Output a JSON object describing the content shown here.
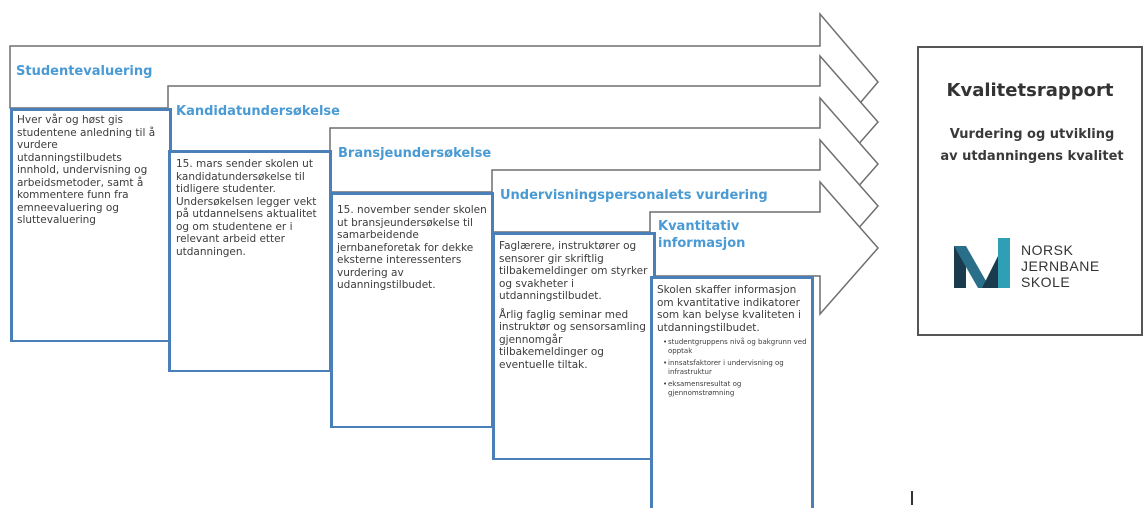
{
  "stages": [
    {
      "title": "Studentevaluering",
      "text": "Hver vår og høst gis studentene anledning til å vurdere utdanningstilbudets innhold, undervisning og arbeidsmetoder, samt å kommentere funn fra emneevaluering og sluttevaluering"
    },
    {
      "title": "Kandidatundersøkelse",
      "text": "15. mars sender skolen ut kandidatundersøkelse til tidligere studenter. Undersøkelsen legger vekt på utdannelsens aktualitet og om studentene er i relevant arbeid etter utdanningen."
    },
    {
      "title": "Bransjeundersøkelse",
      "text": "15. november sender skolen ut bransjeundersøkelse til samarbeidende jernbaneforetak for dekke eksterne interessenters vurdering av udanningstilbudet."
    },
    {
      "title": "Undervisningspersonalets vurdering",
      "text": "Faglærere, instruktører og sensorer gir skriftlig tilbakemeldinger om styrker og svakheter i utdanningstilbudet.",
      "text2": "Årlig faglig seminar med instruktør og sensorsamling gjennomgår tilbakemeldinger og eventuelle tiltak."
    },
    {
      "title_line1": "Kvantitativ",
      "title_line2": "informasjon",
      "text": "Skolen skaffer informasjon om kvantitative indikatorer som kan belyse kvaliteten i utdanningstilbudet.",
      "bullets": [
        "studentgruppens nivå og bakgrunn ved opptak",
        "innsatsfaktorer i undervisning og infrastruktur",
        "eksamensresultat og gjennomstrømning"
      ]
    }
  ],
  "report": {
    "title": "Kvalitetsrapport",
    "subtitle": "Vurdering og utvikling av utdanningens kvalitet",
    "logo_line1": "NORSK",
    "logo_line2": "JERNBANE",
    "logo_line3": "SKOLE"
  },
  "colors": {
    "heading": "#4a9ad4",
    "box_border": "#4a7fb7",
    "arrow_outline": "#6f6f6f",
    "logo_dark": "#1a3a4e",
    "logo_teal": "#2f9fb5"
  }
}
